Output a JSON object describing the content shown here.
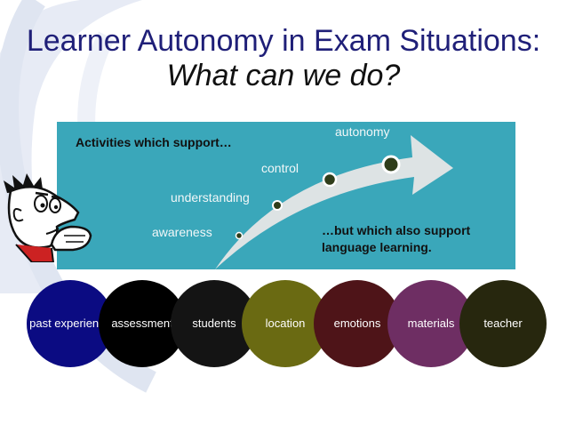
{
  "title": {
    "line1": "Learner Autonomy in Exam Situations:",
    "line2": "What can we do?"
  },
  "panel": {
    "heading_left": "Activities which support…",
    "heading_right_line1": "…but which also support",
    "heading_right_line2": "language learning.",
    "stages": [
      "awareness",
      "understanding",
      "control",
      "autonomy"
    ]
  },
  "circles": [
    {
      "label": "past experience",
      "color": "#0b0b82"
    },
    {
      "label": "assessment",
      "color": "#000000"
    },
    {
      "label": "students",
      "color": "#141414"
    },
    {
      "label": "location",
      "color": "#6a6a12"
    },
    {
      "label": "emotions",
      "color": "#4e1418"
    },
    {
      "label": "materials",
      "color": "#6e2e63"
    },
    {
      "label": "teacher",
      "color": "#27270e"
    }
  ],
  "colors": {
    "title": "#1f1f78",
    "panel": "#3aa7ba",
    "swirl": "#e3e8f3"
  }
}
